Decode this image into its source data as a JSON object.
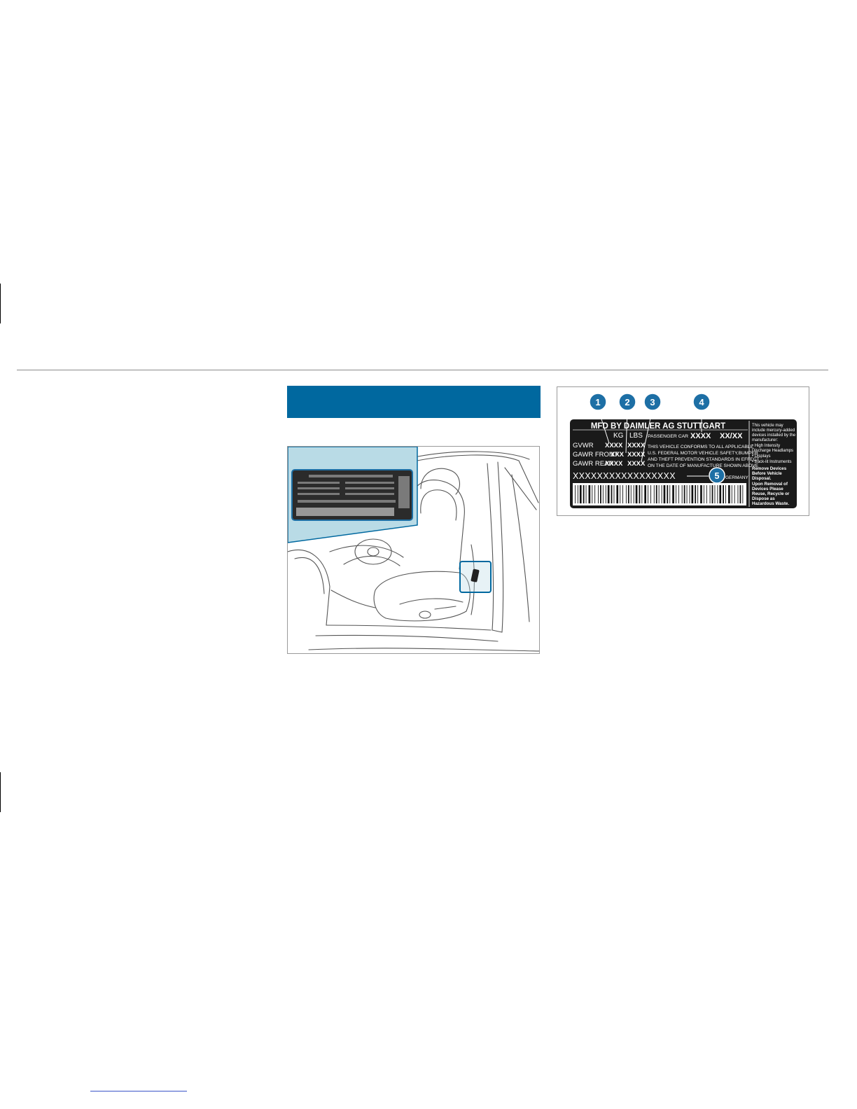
{
  "label": {
    "maker_line": "MFD BY DAIMLER AG STUTTGART",
    "unit_kg": "KG",
    "unit_lbs": "LBS",
    "passenger_car": "PASSENGER CAR",
    "gvwr": "GVWR",
    "gawr_front": "GAWR FRONT",
    "gawr_rear": "GAWR REAR",
    "value_4x": "XXXX",
    "value_3x": "XXX",
    "date_value": "XX/XX",
    "conformity": [
      "THIS VEHICLE CONFORMS TO ALL APPLICABLE",
      "U.S. FEDERAL MOTOR VEHICLE SAFETY,BUMPER",
      "AND THEFT PREVENTION STANDARDS IN EFFECT",
      "ON THE DATE OF MANUFACTURE SHOWN ABOVE"
    ],
    "vin": "XXXXXXXXXXXXXXXXX",
    "country": "GERMANY",
    "mercury_note": [
      "This vehicle may",
      "include mercury-added",
      "devices installed by the",
      "manufacturer:",
      "• High Intensity",
      "   Discharge Headlamps",
      "• Displays",
      "• Back-lit Instruments"
    ],
    "disposal_note": [
      "Remove Devices",
      "Before Vehicle",
      "Disposal.",
      "Upon Removal of",
      "Devices Please",
      "Reuse, Recycle or",
      "Dispose as",
      "Hazardous Waste."
    ]
  },
  "callouts": [
    "1",
    "2",
    "3",
    "4",
    "5"
  ],
  "colors": {
    "accent": "#00689f",
    "callout_fill": "#1d6fa5",
    "label_bg": "#1a1a1a",
    "highlight": "#b9dbe6"
  },
  "icons": {
    "car_interior": "car-door-open-illustration",
    "label_blurred": "blurred-label-thumbnail"
  }
}
